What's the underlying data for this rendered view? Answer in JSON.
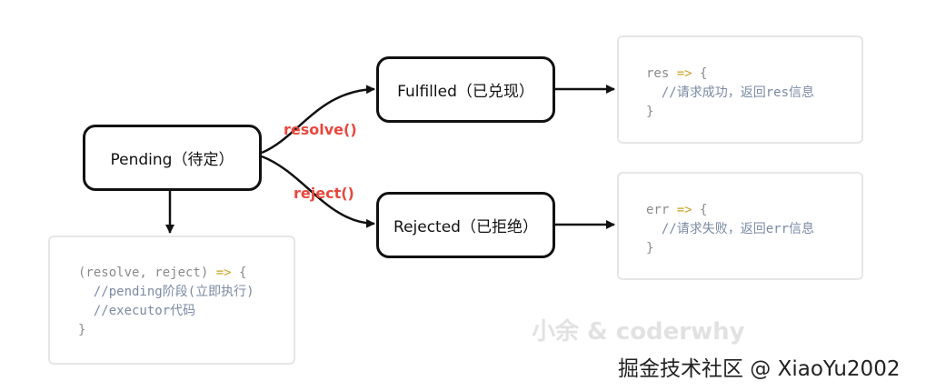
{
  "states": {
    "pending": "Pending（待定）",
    "fulfilled": "Fulfilled（已兑现）",
    "rejected": "Rejected（已拒绝）"
  },
  "calls": {
    "resolve": "resolve()",
    "reject": "reject()"
  },
  "code_res": {
    "line1_param": "res",
    "line1_arrow": " => ",
    "line1_brace": "{",
    "line2": "  //请求成功，返回res信息",
    "line3": "}"
  },
  "code_err": {
    "line1_param": "err",
    "line1_arrow": " => ",
    "line1_brace": "{",
    "line2": "  //请求失败，返回err信息",
    "line3": "}"
  },
  "code_executor": {
    "line1_params": "(resolve, reject)",
    "line1_arrow": " => ",
    "line1_brace": "{",
    "line2": "  //pending阶段(立即执行)",
    "line3": "  //executor代码",
    "line4": "}"
  },
  "watermark": {
    "author": "小余 & coderwhy",
    "site": "掘金技术社区 @ XiaoYu2002"
  },
  "colors": {
    "border": "#111111",
    "call_label": "#e8483e",
    "code_border": "#e6e6e6",
    "code_text": "#8a8a8a",
    "code_operator": "#c9a227"
  }
}
